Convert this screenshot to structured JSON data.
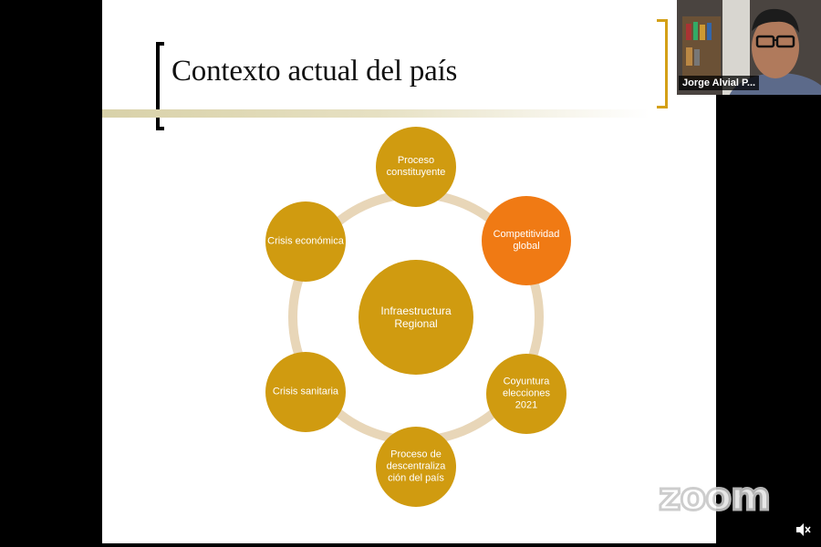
{
  "slide": {
    "title": "Contexto actual del país",
    "center_node": "Infraestructura Regional",
    "nodes": [
      {
        "label": "Proceso constituyente",
        "color": "#d09b10"
      },
      {
        "label": "Competitividad global",
        "color": "#f07a14"
      },
      {
        "label": "Coyuntura elecciones 2021",
        "color": "#d09b10"
      },
      {
        "label": "Proceso de descentraliza ción del país",
        "color": "#d09b10"
      },
      {
        "label": "Crisis sanitaria",
        "color": "#d09b10"
      },
      {
        "label": "Crisis económica",
        "color": "#d09b10"
      }
    ],
    "ring_color": "#e8d6b8",
    "accent_color": "#d4a017"
  },
  "webcam": {
    "participant_name": "Jorge Alvial P..."
  },
  "branding": {
    "logo_text": "zoom"
  },
  "controls": {
    "speaker_icon": "speaker-muted-icon"
  }
}
